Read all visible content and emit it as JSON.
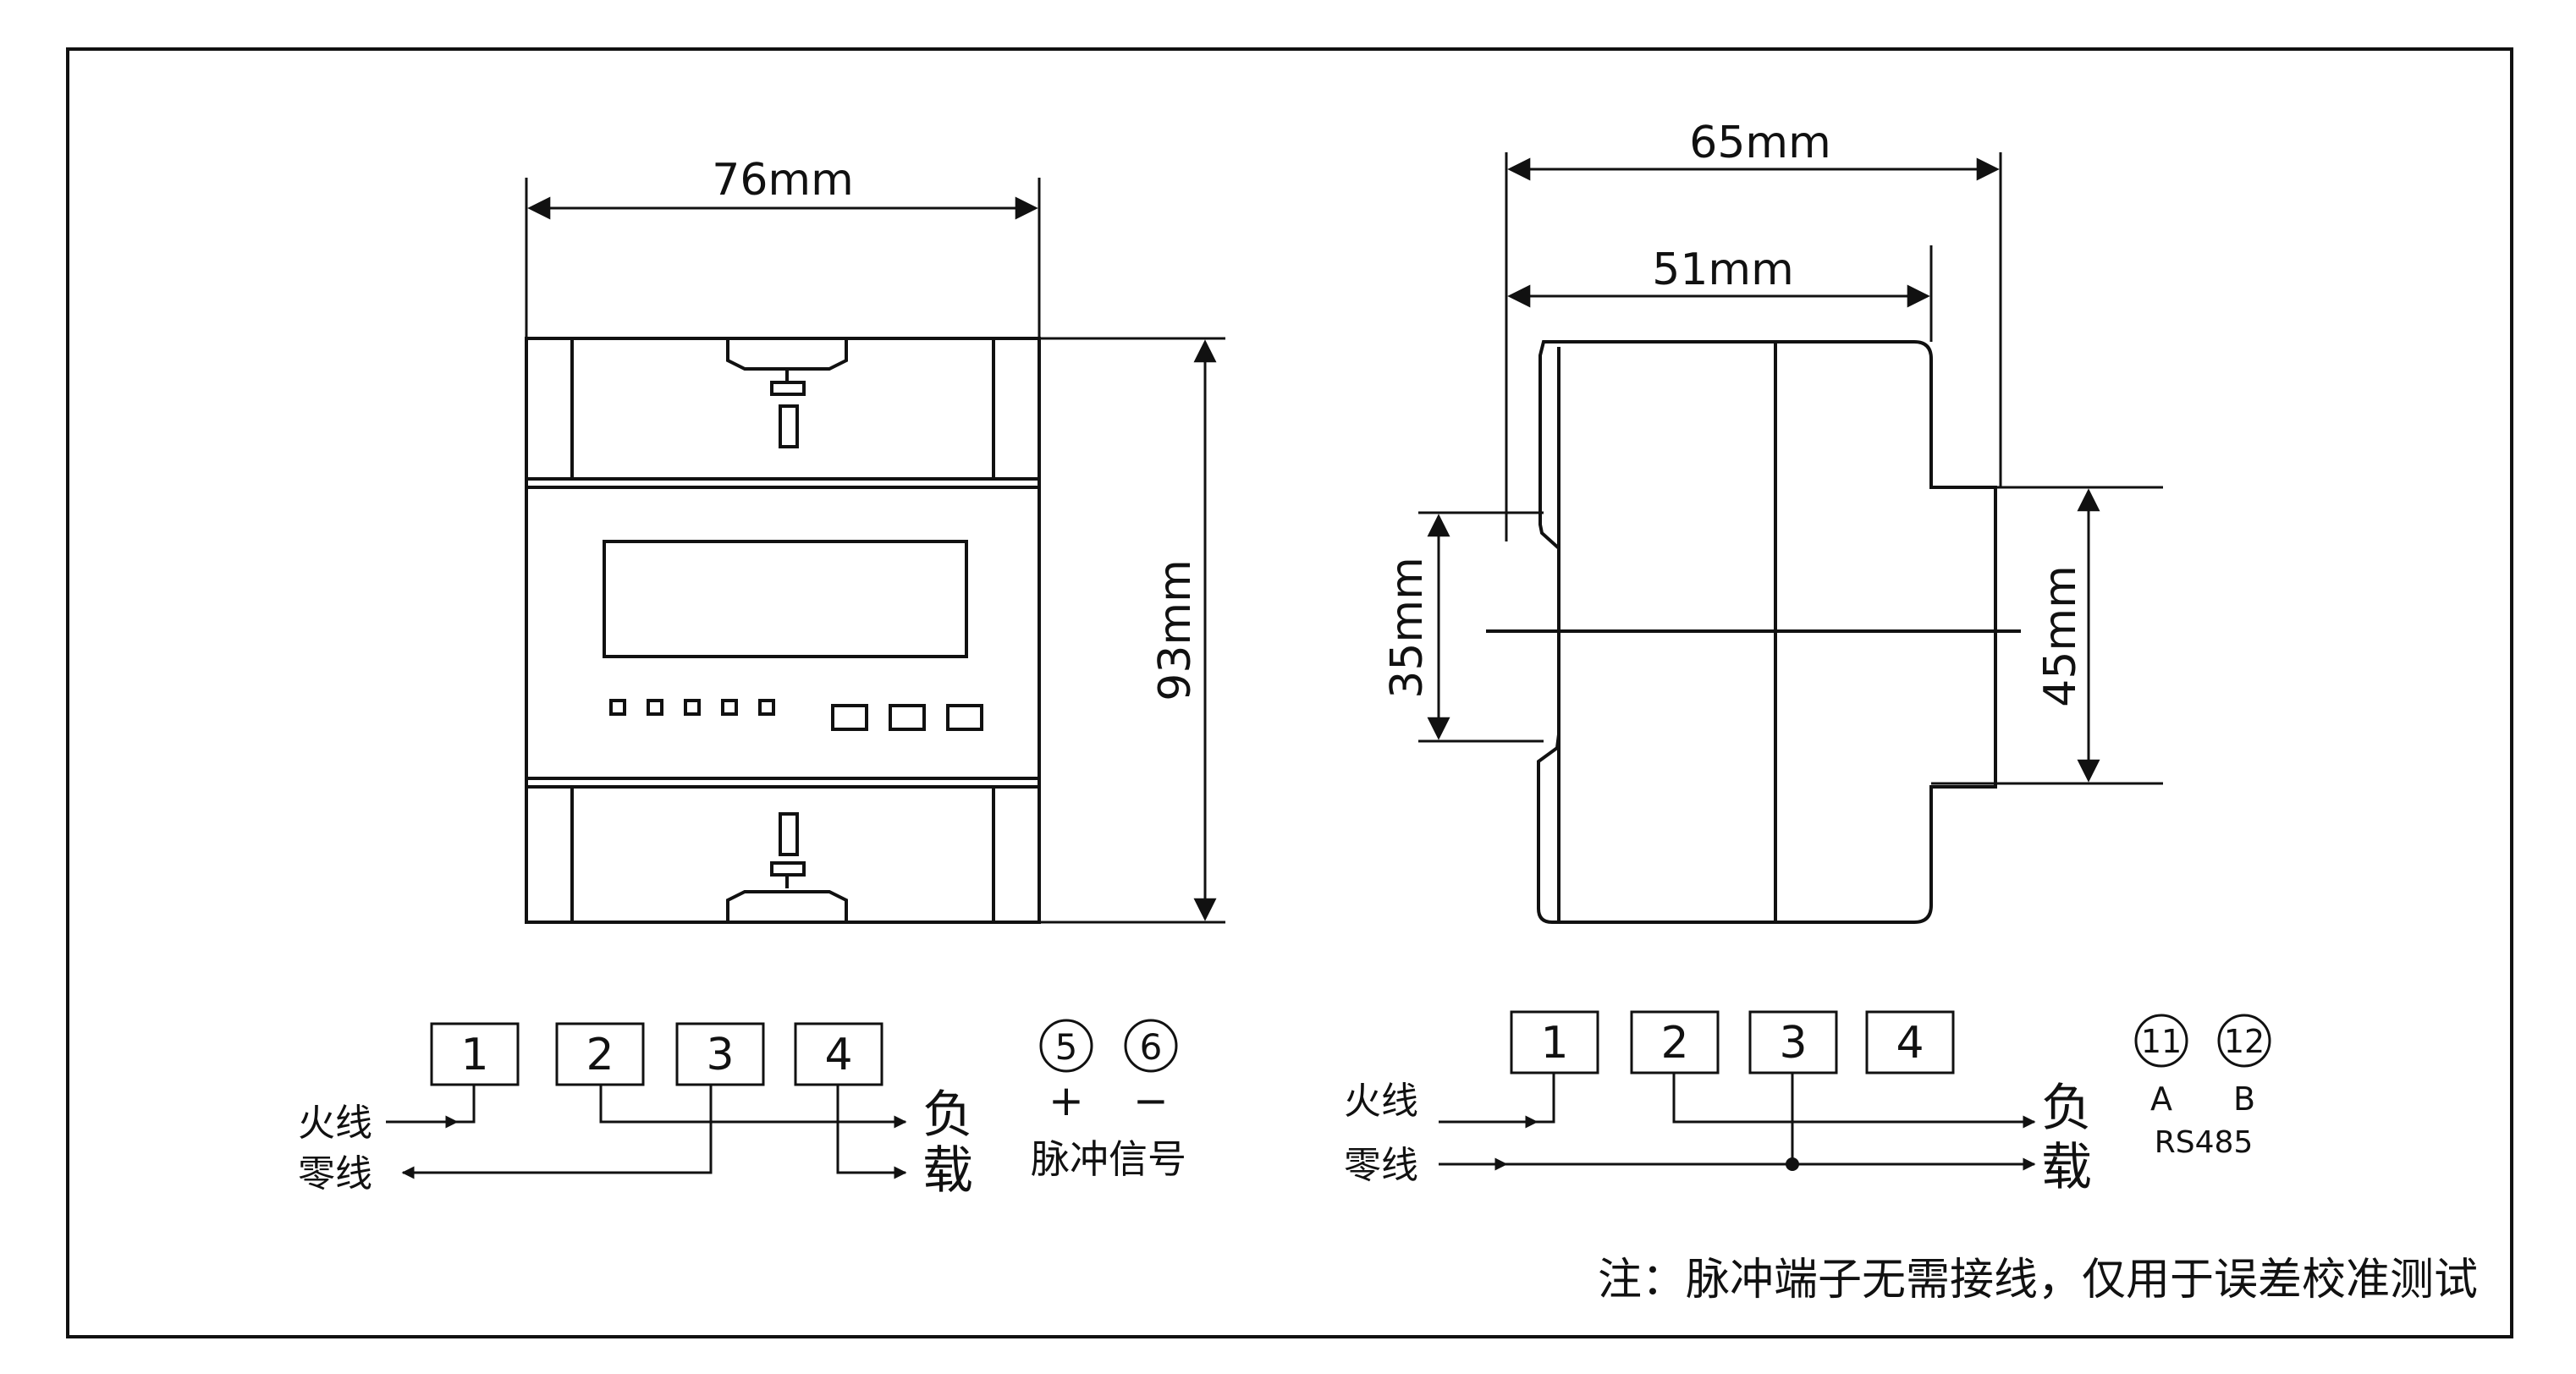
{
  "front_view": {
    "width_dim": "76mm",
    "height_dim": "93mm"
  },
  "side_view": {
    "total_depth_dim": "65mm",
    "inner_depth_dim": "51mm",
    "rail_width_dim": "35mm",
    "mid_height_dim": "45mm"
  },
  "wiring_left": {
    "terminals": [
      "1",
      "2",
      "3",
      "4"
    ],
    "live_label": "火线",
    "neutral_label": "零线",
    "load_label_1": "负",
    "load_label_2": "载",
    "pulse_terminals": [
      "5",
      "6"
    ],
    "pulse_plus": "+",
    "pulse_minus": "−",
    "pulse_label": "脉冲信号"
  },
  "wiring_right": {
    "terminals": [
      "1",
      "2",
      "3",
      "4"
    ],
    "live_label": "火线",
    "neutral_label": "零线",
    "load_label_1": "负",
    "load_label_2": "载",
    "rs485_terminals": [
      "11",
      "12"
    ],
    "rs485_a": "A",
    "rs485_b": "B",
    "rs485_label": "RS485"
  },
  "note": "注：脉冲端子无需接线，仅用于误差校准测试",
  "colors": {
    "line": "#111111",
    "device_fill": "#ffffff",
    "background": "#ffffff"
  }
}
